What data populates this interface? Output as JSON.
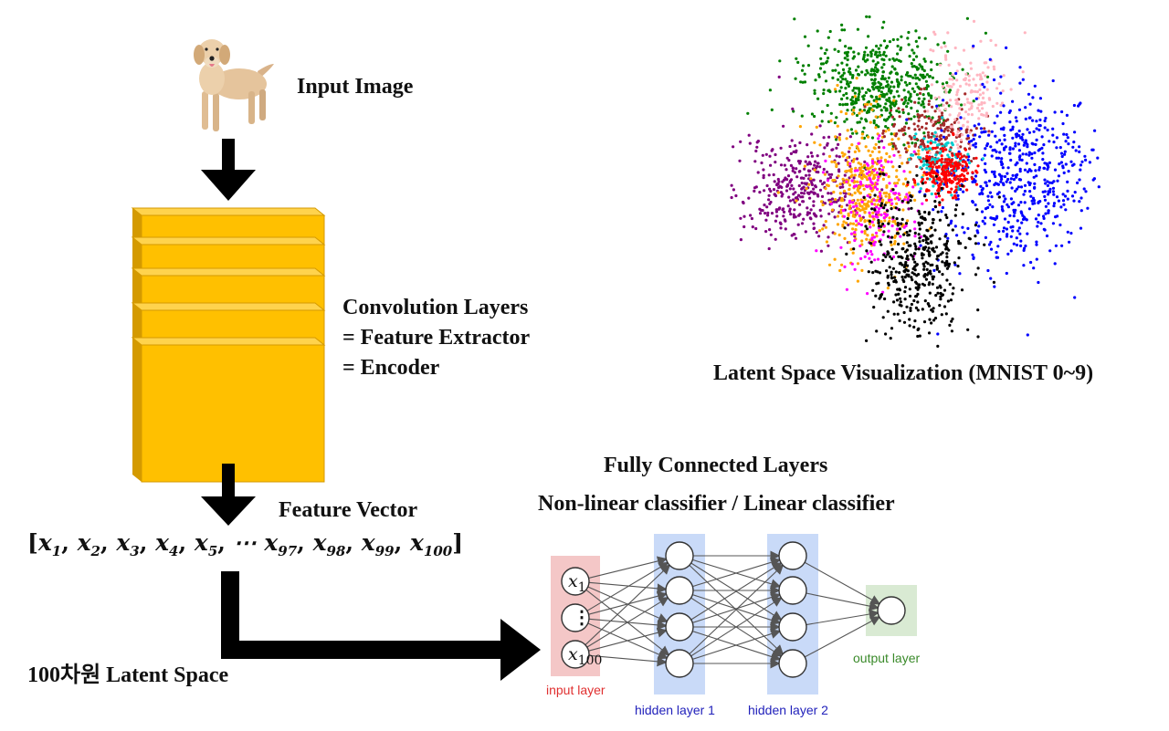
{
  "labels": {
    "input_image": "Input Image",
    "conv_line1": "Convolution Layers",
    "conv_line2": "= Feature Extractor",
    "conv_line3": "= Encoder",
    "latent_vis": "Latent Space Visualization (MNIST 0~9)",
    "fc_title": "Fully Connected Layers",
    "fc_subtitle": "Non-linear classifier / Linear classifier",
    "feature_vector": "Feature Vector",
    "latent_space": "100차원 Latent Space"
  },
  "feature_vector": {
    "terms": [
      {
        "base": "x",
        "sub": "1"
      },
      {
        "base": "x",
        "sub": "2"
      },
      {
        "base": "x",
        "sub": "3"
      },
      {
        "base": "x",
        "sub": "4"
      },
      {
        "base": "x",
        "sub": "5"
      },
      {
        "base": "⋯ x",
        "sub": "97"
      },
      {
        "base": "x",
        "sub": "98"
      },
      {
        "base": "x",
        "sub": "99"
      },
      {
        "base": "x",
        "sub": "100"
      }
    ]
  },
  "network": {
    "input_layer_label": "input layer",
    "hidden_layer_1_label": "hidden layer 1",
    "hidden_layer_2_label": "hidden layer 2",
    "output_layer_label": "output layer",
    "input_nodes": [
      {
        "base": "x",
        "sub": "1"
      },
      {
        "base": "⋮",
        "sub": ""
      },
      {
        "base": "x",
        "sub": "100"
      }
    ],
    "hidden_1_count": 4,
    "hidden_2_count": 4,
    "output_count": 1
  },
  "colors": {
    "input_band": "#f4c7c7",
    "hidden_band": "#c9daf8",
    "output_band": "#d9ead3",
    "input_label": "#e03030",
    "hidden_label": "#2222bb",
    "output_label": "#3a8a2a",
    "conv_block": "#ffc000",
    "conv_edge": "#d49a00"
  },
  "scatter": {
    "clusters": [
      {
        "color": "#008000"
      },
      {
        "color": "#800080"
      },
      {
        "color": "#ffa500"
      },
      {
        "color": "#ff00ff"
      },
      {
        "color": "#a52a2a"
      },
      {
        "color": "#ffb6c1"
      },
      {
        "color": "#0000ff"
      },
      {
        "color": "#00ced1"
      },
      {
        "color": "#ff0000"
      },
      {
        "color": "#000000"
      }
    ]
  }
}
